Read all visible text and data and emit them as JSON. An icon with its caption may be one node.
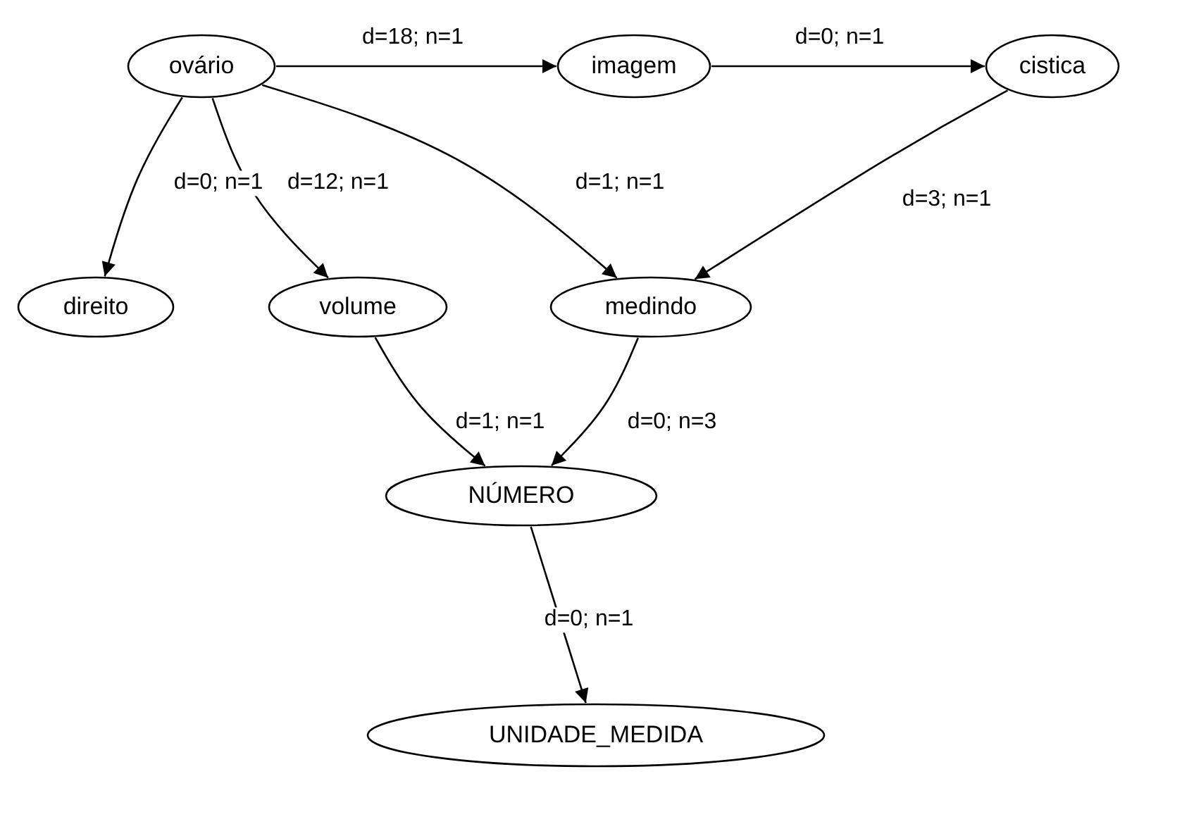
{
  "diagram": {
    "nodes": [
      {
        "text": [
          "ovário"
        ]
      },
      {
        "text": [
          "imagem"
        ]
      },
      {
        "text": [
          "cistica"
        ]
      },
      {
        "text": [
          "direito"
        ]
      },
      {
        "text": [
          "volume"
        ]
      },
      {
        "text": [
          "medindo"
        ]
      },
      {
        "text": [
          "NÚMERO"
        ]
      },
      {
        "text": [
          "UNIDADE_MEDIDA"
        ]
      }
    ],
    "edges": [
      {
        "from": 0,
        "to": 1,
        "arrow": "to",
        "label": "d=18; n=1"
      },
      {
        "from": 1,
        "to": 2,
        "arrow": "to",
        "label": "d=0; n=1"
      },
      {
        "from": 0,
        "to": 3,
        "arrow": "to",
        "label": "d=0; n=1"
      },
      {
        "from": 0,
        "to": 4,
        "arrow": "to",
        "label": "d=12; n=1"
      },
      {
        "from": 0,
        "to": 5,
        "arrow": "to",
        "label": "d=1; n=1"
      },
      {
        "from": 2,
        "to": 5,
        "arrow": "to",
        "label": "d=3; n=1"
      },
      {
        "from": 4,
        "to": 6,
        "arrow": "to",
        "label": "d=1; n=1"
      },
      {
        "from": 5,
        "to": 6,
        "arrow": "to",
        "label": "d=0; n=3"
      },
      {
        "from": 6,
        "to": 7,
        "arrow": "to",
        "label": "d=0; n=1"
      }
    ]
  }
}
